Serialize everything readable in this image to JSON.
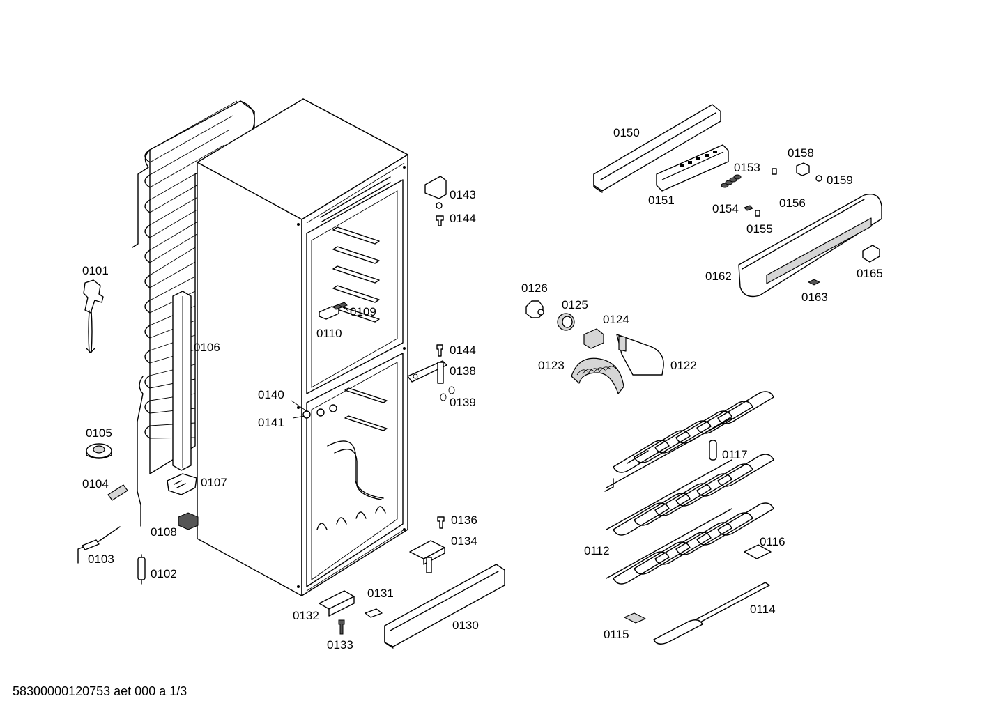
{
  "footer": {
    "doc_code": "58300000120753 aet 000 a 1/3"
  },
  "labels": {
    "p0101": "0101",
    "p0102": "0102",
    "p0103": "0103",
    "p0104": "0104",
    "p0105": "0105",
    "p0106": "0106",
    "p0107": "0107",
    "p0108": "0108",
    "p0109": "0109",
    "p0110": "0110",
    "p0112": "0112",
    "p0114": "0114",
    "p0115": "0115",
    "p0116": "0116",
    "p0117": "0117",
    "p0122": "0122",
    "p0123": "0123",
    "p0124": "0124",
    "p0125": "0125",
    "p0126": "0126",
    "p0130": "0130",
    "p0131": "0131",
    "p0132": "0132",
    "p0133": "0133",
    "p0134": "0134",
    "p0136": "0136",
    "p0138": "0138",
    "p0139": "0139",
    "p0140": "0140",
    "p0141": "0141",
    "p0143": "0143",
    "p0144a": "0144",
    "p0144b": "0144",
    "p0150": "0150",
    "p0151": "0151",
    "p0153": "0153",
    "p0154": "0154",
    "p0155": "0155",
    "p0156": "0156",
    "p0158": "0158",
    "p0159": "0159",
    "p0162": "0162",
    "p0163": "0163",
    "p0165": "0165"
  }
}
